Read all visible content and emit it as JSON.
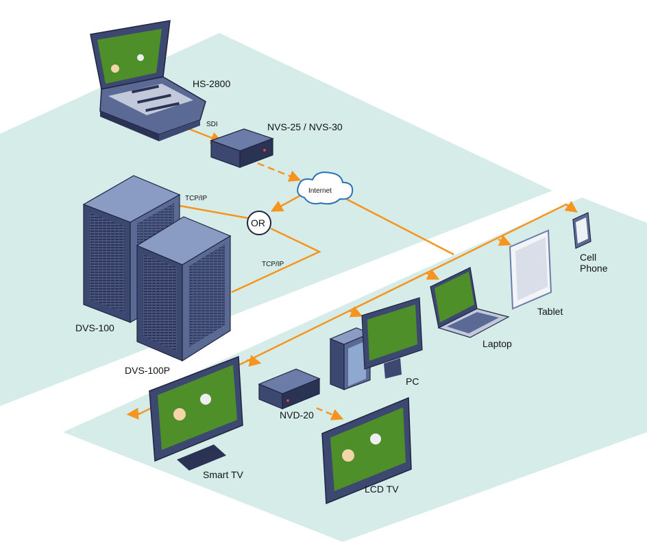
{
  "colors": {
    "floor": "#d5ece8",
    "link": "#f7941d",
    "device_dark": "#3d4870",
    "device_mid": "#5a6a95",
    "device_light": "#8a9bc4",
    "screen_green": "#4f8f2a"
  },
  "nodes": {
    "hs2800": "HS-2800",
    "nvs": "NVS-25 / NVS-30",
    "internet": "Internet",
    "or": "OR",
    "dvs100": "DVS-100",
    "dvs100p": "DVS-100P",
    "cell_phone_line1": "Cell",
    "cell_phone_line2": "Phone",
    "tablet": "Tablet",
    "laptop": "Laptop",
    "pc": "PC",
    "nvd20": "NVD-20",
    "smart_tv": "Smart TV",
    "lcd_tv": "LCD TV"
  },
  "links": {
    "sdi": "SDI",
    "tcpip_top": "TCP/IP",
    "tcpip_bottom": "TCP/IP"
  }
}
